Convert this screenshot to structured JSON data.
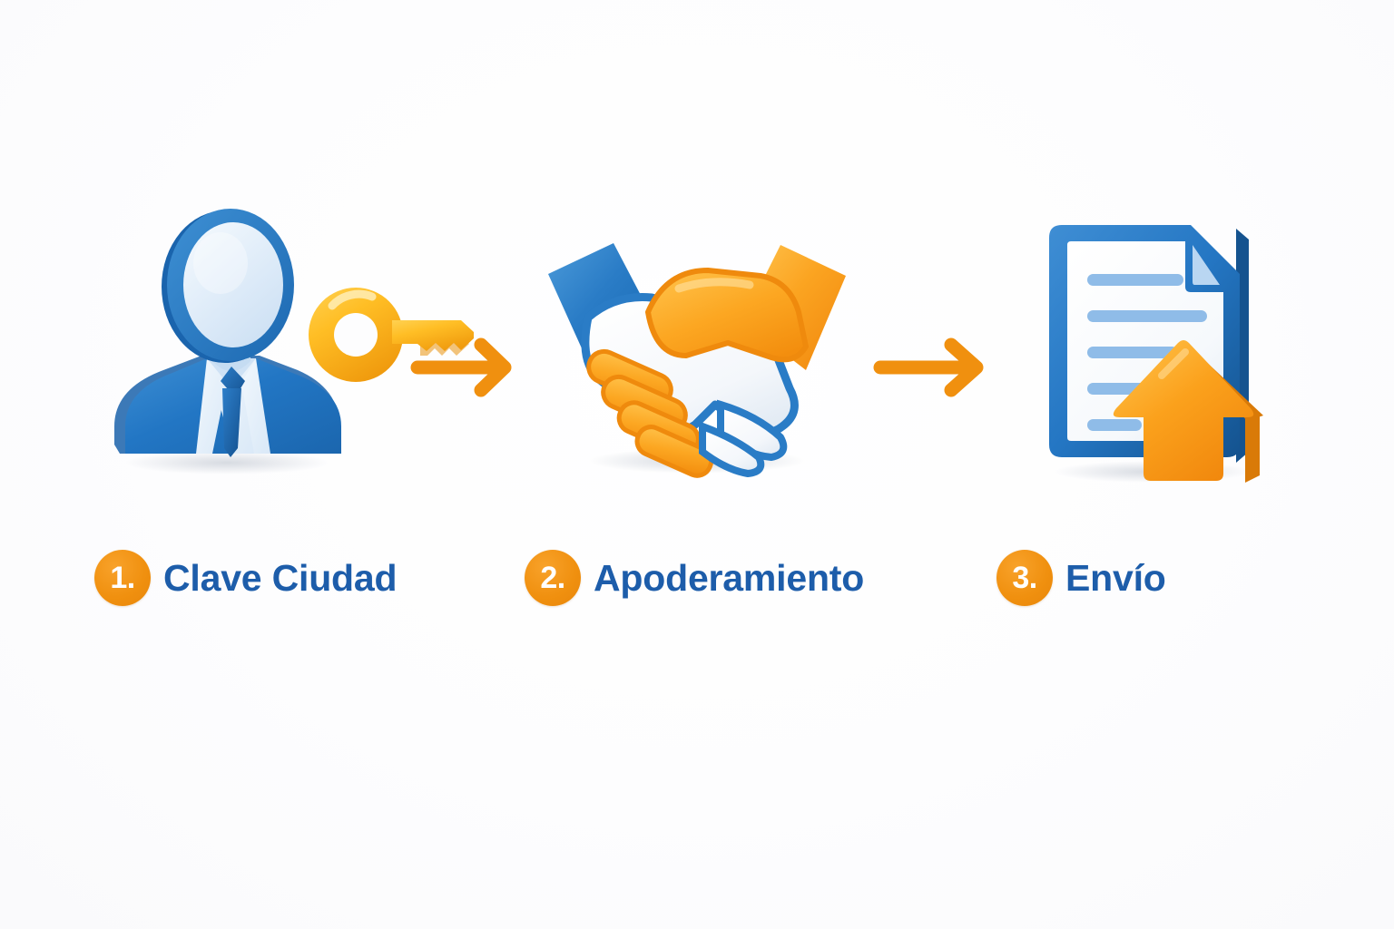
{
  "background_color": "#fdfdfe",
  "palette": {
    "orange": "#F0900F",
    "orange_light": "#FBA429",
    "orange_deep": "#E8780A",
    "gold": "#FFC01F",
    "gold_deep": "#F2A011",
    "blue": "#2276C4",
    "blue_dark": "#1D5DAA",
    "blue_deep": "#165A9E",
    "blue_pale": "#DCEAF8",
    "blue_line": "#8FBCE8",
    "white": "#FFFFFF"
  },
  "diagram": {
    "title": "",
    "orientation": "horizontal",
    "steps": [
      {
        "number": "1.",
        "label": "Clave Ciudad",
        "icon": "businessman-with-key-icon",
        "icon_parts": [
          "person-icon",
          "key-icon"
        ]
      },
      {
        "number": "2.",
        "label": "Apoderamiento",
        "icon": "handshake-icon",
        "icon_parts": [
          "handshake-blue-sleeve",
          "handshake-orange-sleeve"
        ]
      },
      {
        "number": "3.",
        "label": "Envío",
        "icon": "document-upload-icon",
        "icon_parts": [
          "document-icon",
          "upload-arrow-icon"
        ],
        "document_lines": 5
      }
    ],
    "connectors": [
      {
        "name": "arrow-1",
        "direction": "right",
        "color": "#F0900F"
      },
      {
        "name": "arrow-2",
        "direction": "right",
        "color": "#F0900F"
      }
    ]
  }
}
